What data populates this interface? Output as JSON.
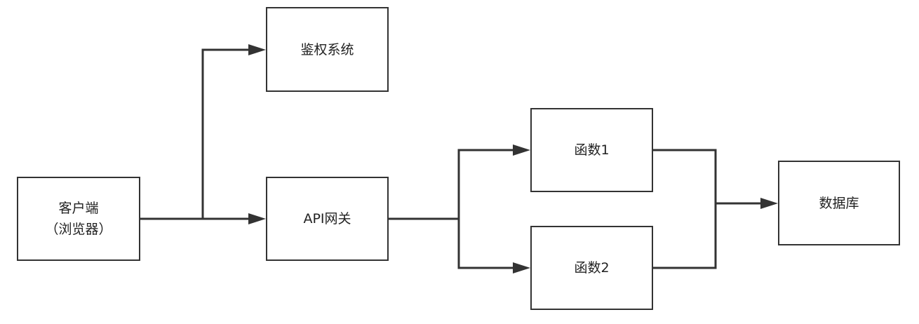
{
  "diagram": {
    "nodes": {
      "client": {
        "line1": "客户端",
        "line2": "（浏览器）"
      },
      "auth": {
        "label": "鉴权系统"
      },
      "gateway": {
        "label": "API网关"
      },
      "func1": {
        "label": "函数1"
      },
      "func2": {
        "label": "函数2"
      },
      "database": {
        "label": "数据库"
      }
    },
    "edges": [
      {
        "from": "client",
        "to": "auth"
      },
      {
        "from": "client",
        "to": "gateway"
      },
      {
        "from": "gateway",
        "to": "func1"
      },
      {
        "from": "gateway",
        "to": "func2"
      },
      {
        "from": "func1",
        "to": "database"
      },
      {
        "from": "func2",
        "to": "database"
      }
    ],
    "colors": {
      "stroke": "#333333",
      "text": "#222222",
      "background": "#ffffff"
    }
  }
}
